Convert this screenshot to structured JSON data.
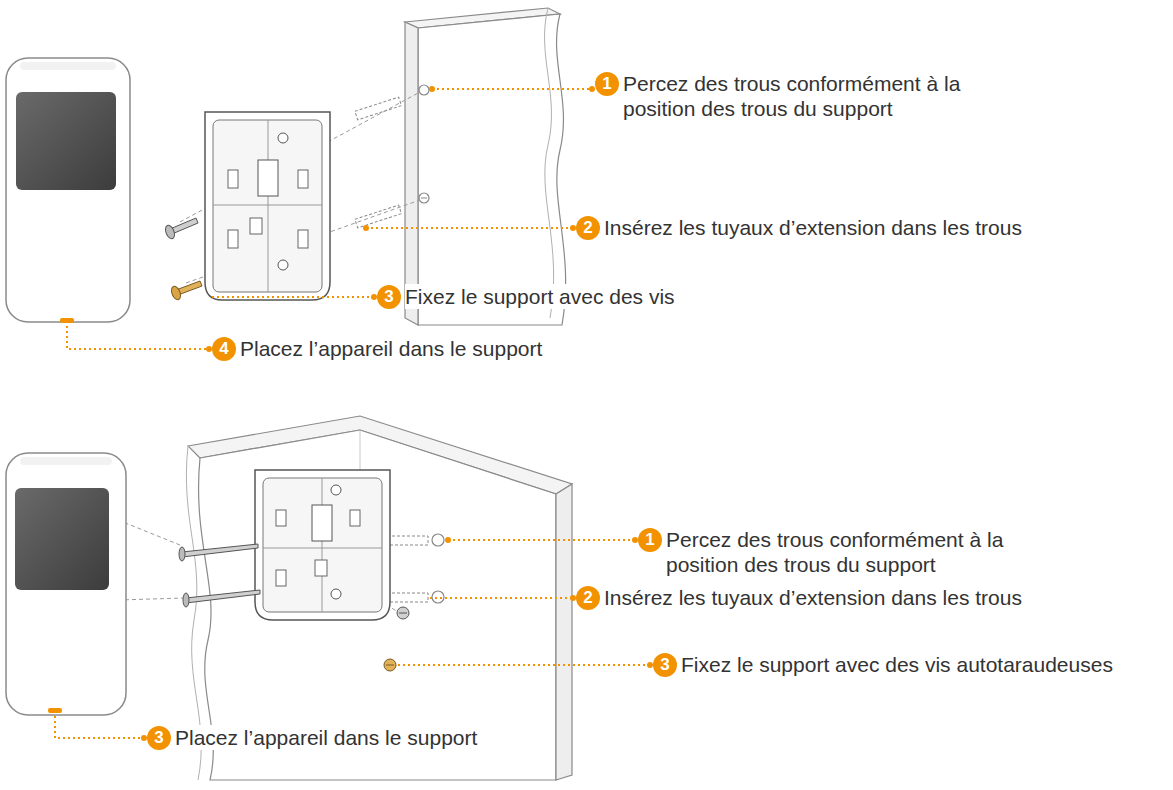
{
  "diagram": {
    "nodes": [
      {
        "text": [
          "1",
          "Percez des trous conformément à la position des trous du support"
        ]
      },
      {
        "text": [
          "2",
          "Insérez les tuyaux d’extension dans les trous"
        ]
      },
      {
        "text": [
          "3",
          "Fixez le support avec des vis"
        ]
      },
      {
        "text": [
          "4",
          "Placez l’appareil dans le support"
        ]
      },
      {
        "text": [
          "1",
          "Percez des trous conformément à la position des trous du support"
        ]
      },
      {
        "text": [
          "2",
          "Insérez les tuyaux d’extension dans les trous"
        ]
      },
      {
        "text": [
          "3",
          "Fixez le support avec des vis autotaraudeuses"
        ]
      },
      {
        "text": [
          "3",
          "Placez l’appareil dans le support"
        ]
      }
    ]
  }
}
